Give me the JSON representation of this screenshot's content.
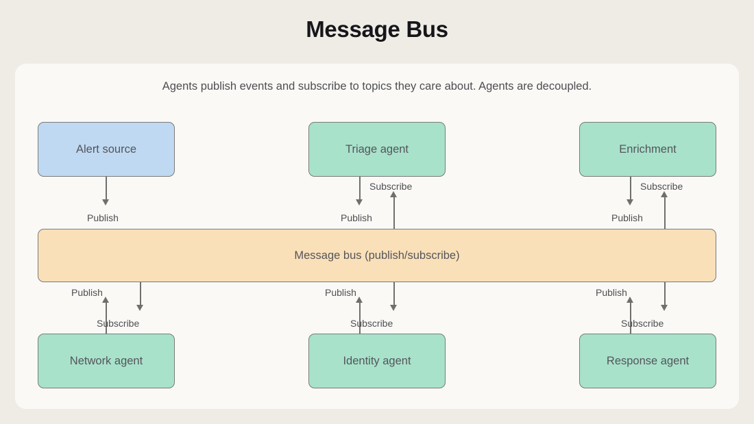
{
  "page": {
    "title": "Message Bus",
    "subtitle": "Agents publish events and subscribe to topics they care about. Agents are decoupled.",
    "background_color": "#efece6",
    "card_color": "#faf9f6"
  },
  "palette": {
    "source_fill": "#bfd9f2",
    "agent_fill": "#a8e2cb",
    "bus_fill": "#fae0b9",
    "border": "#7a7a78",
    "text": "#55555a",
    "label_text": "#4e4e52"
  },
  "nodes": {
    "alert_source": "Alert source",
    "triage_agent": "Triage agent",
    "enrichment": "Enrichment",
    "message_bus": "Message bus (publish/subscribe)",
    "network_agent": "Network agent",
    "identity_agent": "Identity agent",
    "response_agent": "Response agent"
  },
  "edges": {
    "publish": "Publish",
    "subscribe": "Subscribe"
  },
  "edge_list": [
    {
      "from": "alert_source",
      "to": "message_bus",
      "label": "Publish",
      "direction": "down"
    },
    {
      "from": "triage_agent",
      "to": "message_bus",
      "label": "Publish",
      "direction": "down"
    },
    {
      "from": "message_bus",
      "to": "triage_agent",
      "label": "Subscribe",
      "direction": "up"
    },
    {
      "from": "enrichment",
      "to": "message_bus",
      "label": "Publish",
      "direction": "down"
    },
    {
      "from": "message_bus",
      "to": "enrichment",
      "label": "Subscribe",
      "direction": "up"
    },
    {
      "from": "network_agent",
      "to": "message_bus",
      "label": "Publish",
      "direction": "up"
    },
    {
      "from": "message_bus",
      "to": "network_agent",
      "label": "Subscribe",
      "direction": "down"
    },
    {
      "from": "identity_agent",
      "to": "message_bus",
      "label": "Publish",
      "direction": "up"
    },
    {
      "from": "message_bus",
      "to": "identity_agent",
      "label": "Subscribe",
      "direction": "down"
    },
    {
      "from": "response_agent",
      "to": "message_bus",
      "label": "Publish",
      "direction": "up"
    },
    {
      "from": "message_bus",
      "to": "response_agent",
      "label": "Subscribe",
      "direction": "down"
    }
  ]
}
